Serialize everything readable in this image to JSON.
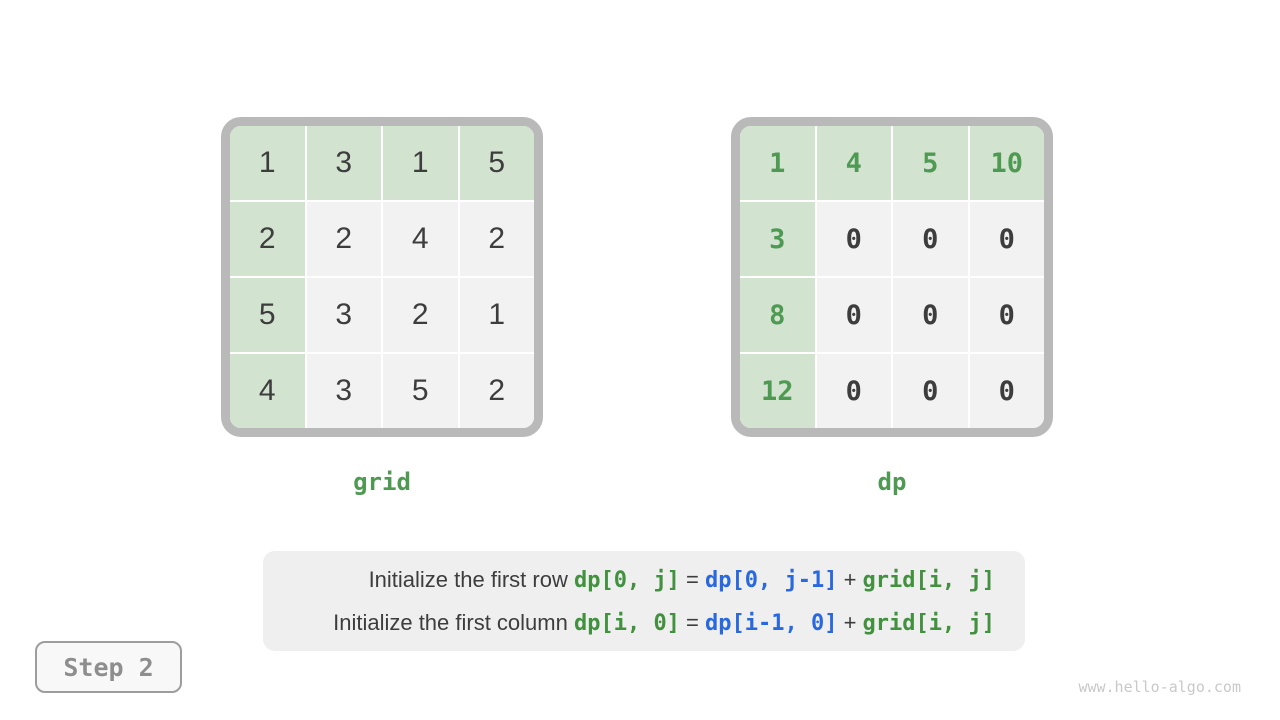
{
  "colors": {
    "cell_green_bg": "#d2e3d0",
    "cell_gray_bg": "#f2f2f2",
    "table_border": "#b9b9b9",
    "dark_text": "#3d3d3d",
    "green_text": "#4e9a52",
    "code_green": "#41913f",
    "code_blue": "#2969e0",
    "caption_bg": "#efefef",
    "badge_border": "#9d9d9d",
    "badge_text": "#8e8e8e",
    "watermark_text": "#c9c9c9"
  },
  "grid_table": {
    "label": "grid",
    "highlight": "first-row-and-column",
    "rows": [
      [
        "1",
        "3",
        "1",
        "5"
      ],
      [
        "2",
        "2",
        "4",
        "2"
      ],
      [
        "5",
        "3",
        "2",
        "1"
      ],
      [
        "4",
        "3",
        "5",
        "2"
      ]
    ]
  },
  "dp_table": {
    "label": "dp",
    "highlight": "first-row-and-column",
    "rows": [
      [
        "1",
        "4",
        "5",
        "10"
      ],
      [
        "3",
        "0",
        "0",
        "0"
      ],
      [
        "8",
        "0",
        "0",
        "0"
      ],
      [
        "12",
        "0",
        "0",
        "0"
      ]
    ]
  },
  "caption": {
    "lines": [
      [
        {
          "text": "Initialize the first row ",
          "style": "plain"
        },
        {
          "text": "dp[0, j]",
          "style": "green"
        },
        {
          "text": " = ",
          "style": "plain"
        },
        {
          "text": "dp[0, j-1]",
          "style": "blue"
        },
        {
          "text": " + ",
          "style": "plain"
        },
        {
          "text": "grid[i, j]",
          "style": "green"
        }
      ],
      [
        {
          "text": "Initialize the first column ",
          "style": "plain"
        },
        {
          "text": "dp[i, 0]",
          "style": "green"
        },
        {
          "text": " = ",
          "style": "plain"
        },
        {
          "text": "dp[i-1, 0]",
          "style": "blue"
        },
        {
          "text": " + ",
          "style": "plain"
        },
        {
          "text": "grid[i, j]",
          "style": "green"
        }
      ]
    ]
  },
  "step_badge": {
    "label": "Step 2"
  },
  "watermark": {
    "text": "www.hello-algo.com"
  }
}
